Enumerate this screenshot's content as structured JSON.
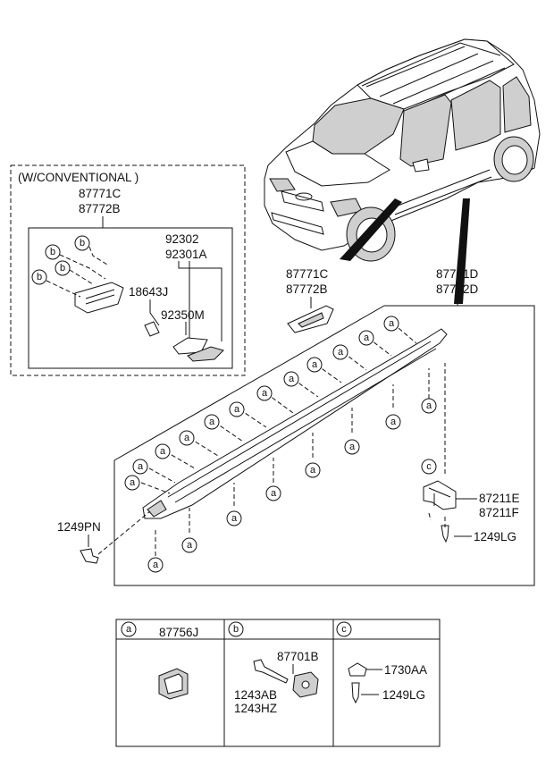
{
  "conventional_box": {
    "title": "(W/CONVENTIONAL )"
  },
  "labels": {
    "conv_garnish_1": "87771C",
    "conv_garnish_2": "87772B",
    "lamp_1": "92302",
    "lamp_2": "92301A",
    "bulb": "18643J",
    "lens": "92350M",
    "garnish_1": "87771C",
    "garnish_2": "87772B",
    "moulding_1": "87751D",
    "moulding_2": "87752D",
    "bracket_1": "87211E",
    "bracket_2": "87211F",
    "screw_left": "1249PN",
    "screw_right": "1249LG"
  },
  "callouts": {
    "a": "a",
    "b": "b",
    "c": "c"
  },
  "legend": {
    "a": {
      "key": "a",
      "part": "87756J"
    },
    "b": {
      "key": "b",
      "part_1": "87701B",
      "part_2": "1243AB",
      "part_3": "1243HZ"
    },
    "c": {
      "key": "c",
      "part_1": "1730AA",
      "part_2": "1249LG"
    }
  }
}
